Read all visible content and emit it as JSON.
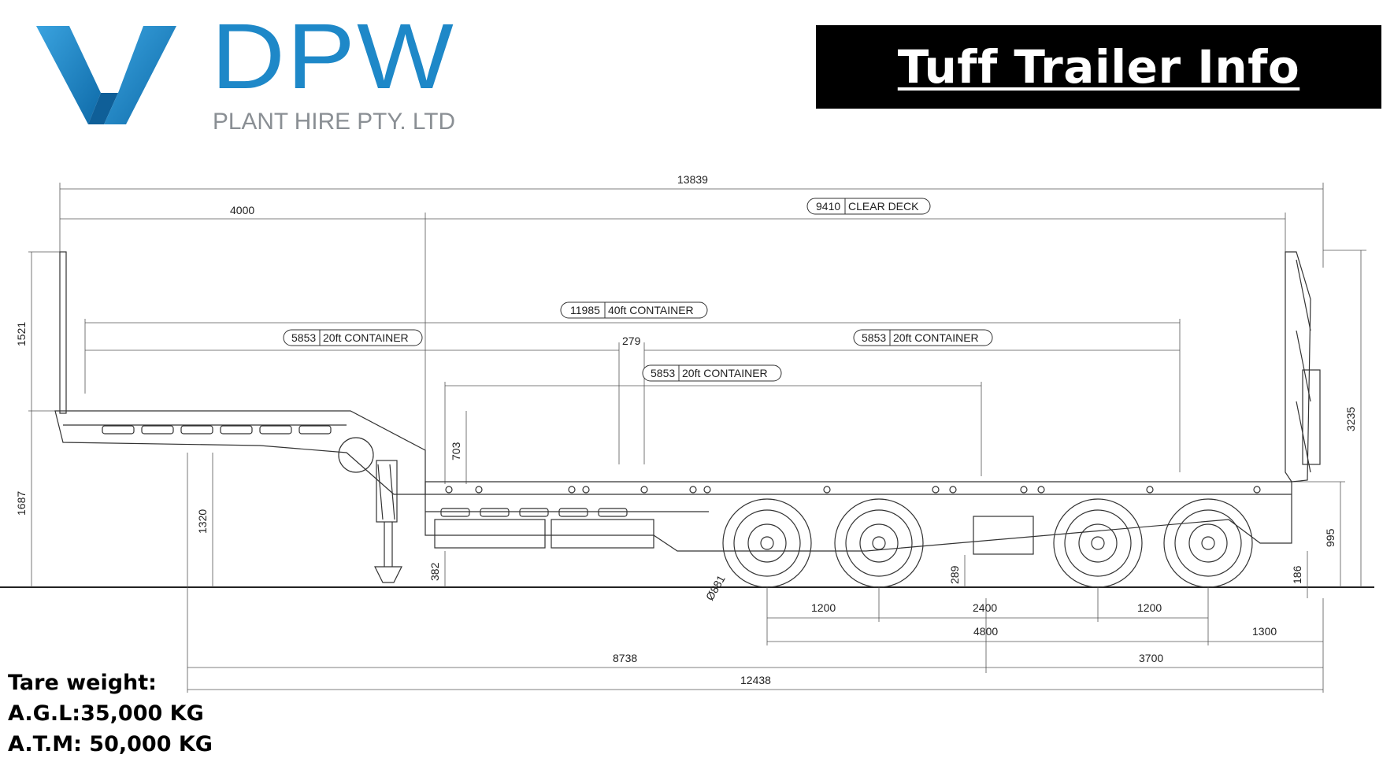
{
  "brand": {
    "name": "DPW",
    "subtitle": "PLANT HIRE PTY. LTD",
    "color": "#1e88c8"
  },
  "banner": {
    "title": "Tuff Trailer Info"
  },
  "dimensions": {
    "overall_length": "13839",
    "front_section": "4000",
    "clear_deck_value": "9410",
    "clear_deck_label": "CLEAR DECK",
    "container_40ft_value": "11985",
    "container_40ft_label": "40ft CONTAINER",
    "container_20ft_front_value": "5853",
    "container_20ft_front_label": "20ft CONTAINER",
    "container_20ft_rear_value": "5853",
    "container_20ft_rear_label": "20ft CONTAINER",
    "container_20ft_mid_value": "5853",
    "container_20ft_mid_label": "20ft CONTAINER",
    "gap_279": "279",
    "gooseneck_height": "1521",
    "front_deck_height": "1687",
    "kingpin_height": "1320",
    "step_703": "703",
    "deck_height_382": "382",
    "wheel_diameter": "Ø881",
    "axle_spacing_1": "1200",
    "axle_spacing_2": "2400",
    "axle_spacing_3": "1200",
    "axle_group": "4800",
    "rear_overhang": "1300",
    "kingpin_to_center": "8738",
    "center_to_rear": "3700",
    "kingpin_to_rear": "12438",
    "clearance_289": "289",
    "rear_deck_186": "186",
    "rear_height_995": "995",
    "overall_height": "3235"
  },
  "weights": {
    "heading": "Tare weight:",
    "agl": "A.G.L:35,000 KG",
    "atm": "A.T.M: 50,000 KG"
  }
}
